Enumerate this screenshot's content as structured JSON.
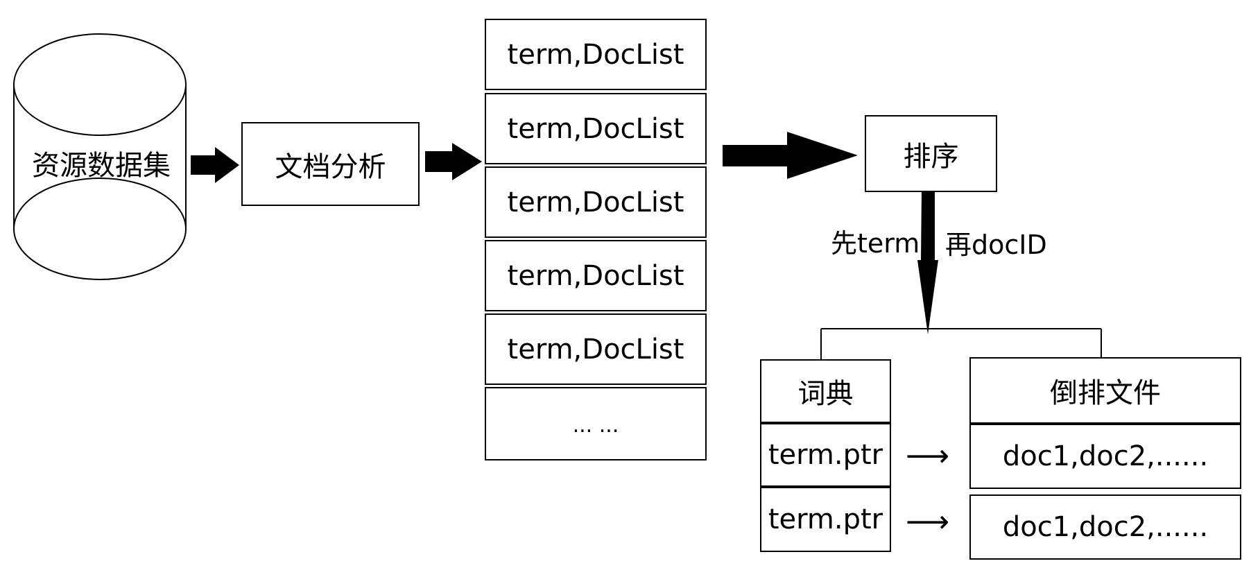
{
  "source": {
    "label": "资源数据集"
  },
  "analyze": {
    "label": "文档分析"
  },
  "termlist": {
    "items": [
      "term,DocList",
      "term,DocList",
      "term,DocList",
      "term,DocList",
      "term,DocList",
      "... ..."
    ]
  },
  "sort": {
    "label": "排序",
    "note_left": "先term,",
    "note_right": "再docID"
  },
  "dictionary": {
    "header": "词典",
    "rows": [
      "term.ptr",
      "term.ptr"
    ]
  },
  "inverted": {
    "header": "倒排文件",
    "rows": [
      "doc1,doc2,......",
      "doc1,doc2,......"
    ]
  },
  "pointer_arrow": "⟶"
}
